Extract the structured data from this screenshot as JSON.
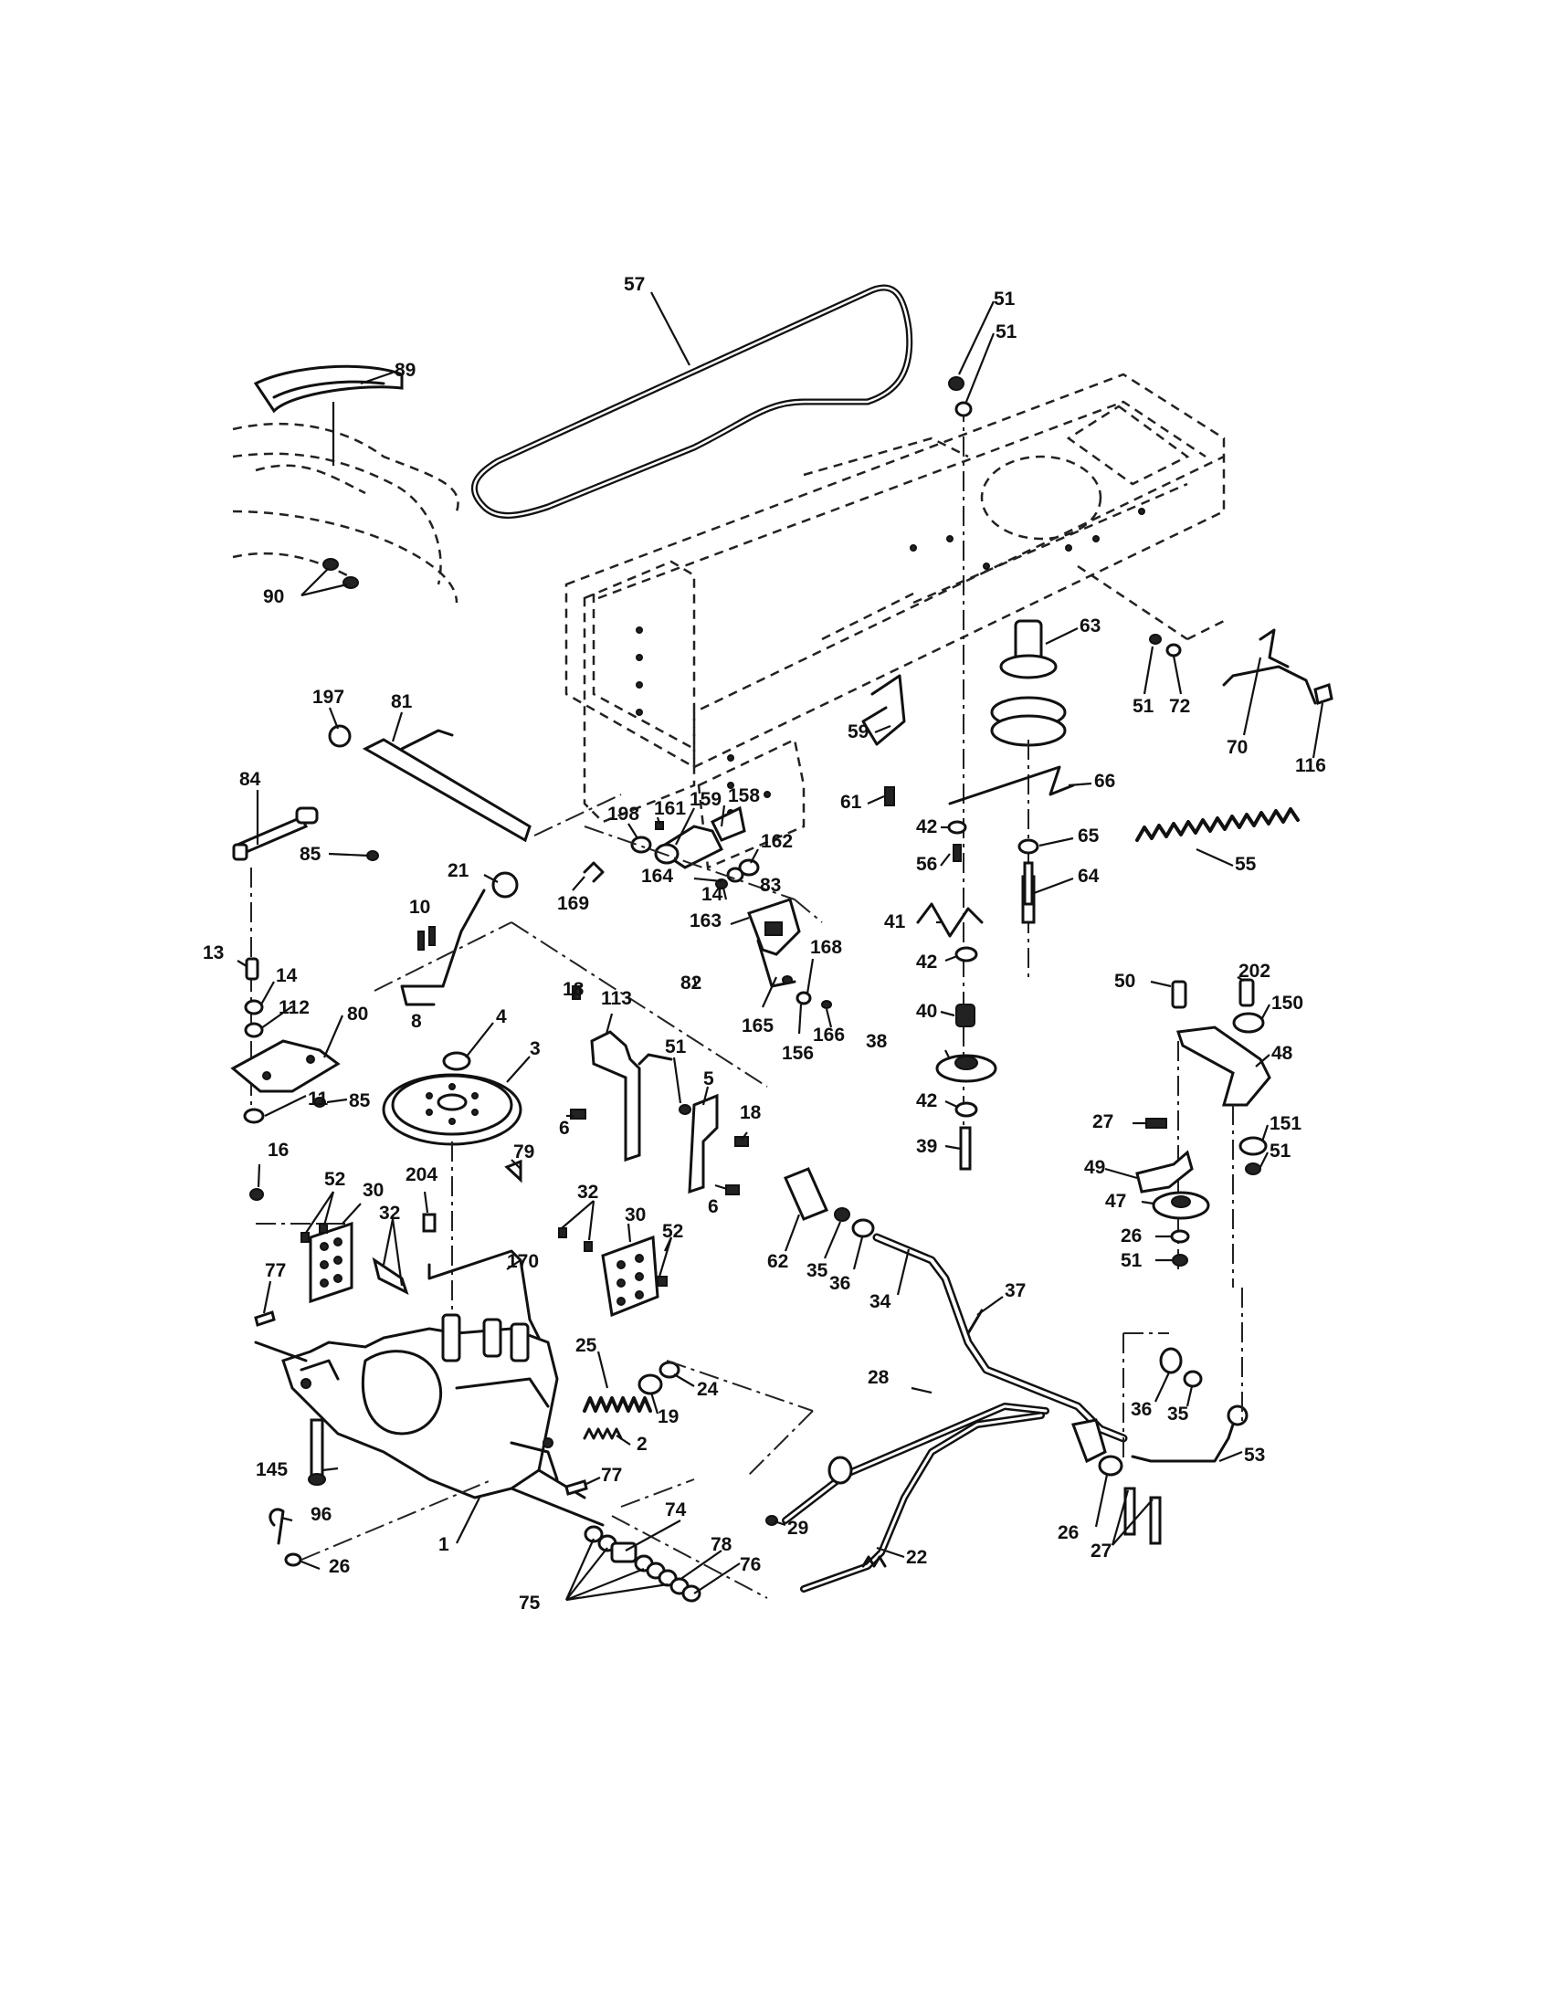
{
  "diagram": {
    "callouts": [
      "57",
      "89",
      "90",
      "51",
      "51",
      "63",
      "51",
      "72",
      "70",
      "116",
      "197",
      "81",
      "59",
      "61",
      "66",
      "42",
      "56",
      "65",
      "64",
      "55",
      "84",
      "85",
      "198",
      "161",
      "159",
      "158",
      "162",
      "164",
      "14",
      "83",
      "163",
      "169",
      "21",
      "10",
      "8",
      "13",
      "14",
      "112",
      "80",
      "85",
      "11",
      "41",
      "42",
      "40",
      "38",
      "42",
      "39",
      "50",
      "202",
      "150",
      "48",
      "27",
      "151",
      "51",
      "49",
      "47",
      "26",
      "51",
      "4",
      "3",
      "79",
      "18",
      "113",
      "51",
      "6",
      "5",
      "18",
      "6",
      "82",
      "168",
      "165",
      "156",
      "166",
      "16",
      "52",
      "30",
      "32",
      "204",
      "170",
      "32",
      "30",
      "52",
      "77",
      "145",
      "96",
      "26",
      "1",
      "25",
      "19",
      "24",
      "2",
      "77",
      "74",
      "75",
      "78",
      "76",
      "62",
      "35",
      "36",
      "34",
      "37",
      "28",
      "29",
      "22",
      "36",
      "35",
      "53",
      "26",
      "27"
    ]
  }
}
